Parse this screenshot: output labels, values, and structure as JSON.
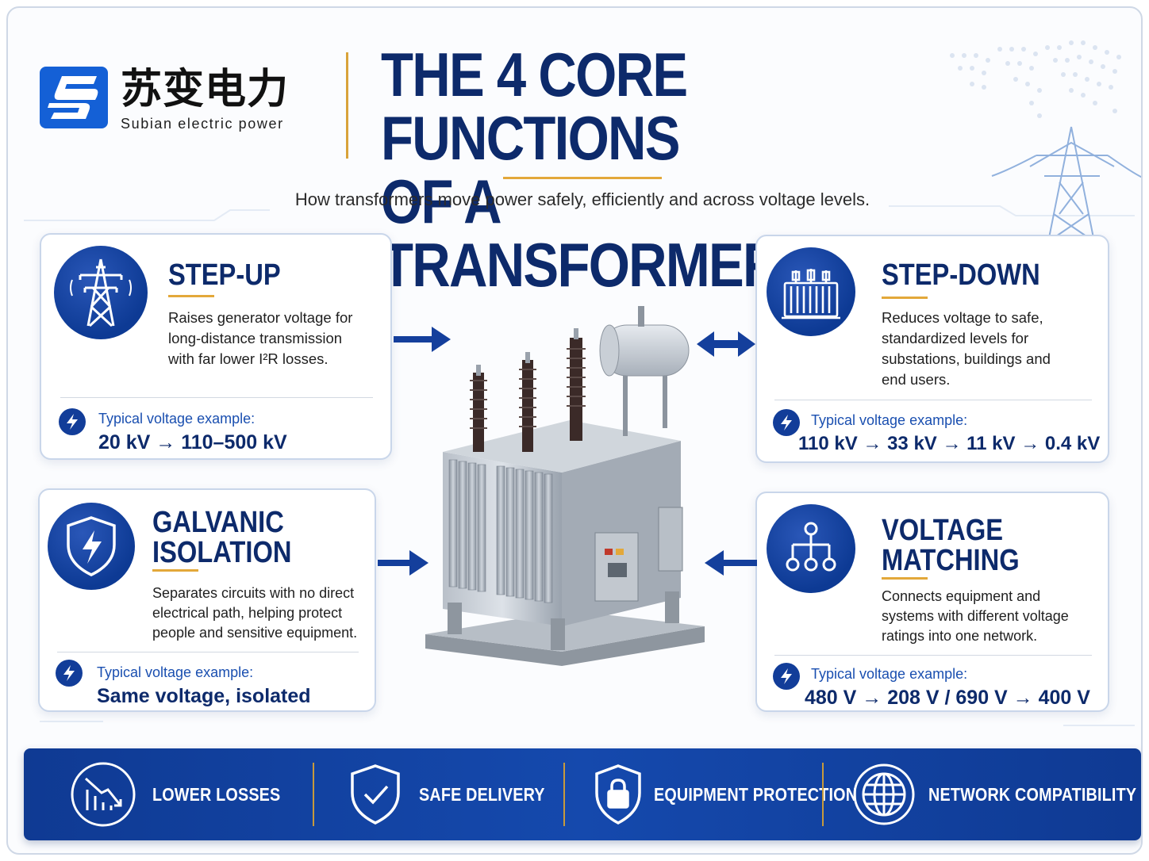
{
  "brand": {
    "name_cn": "苏变电力",
    "name_en": "Subian electric power"
  },
  "header": {
    "title_line1": "THE 4 CORE FUNCTIONS",
    "title_line2": "OF A TRANSFORMER",
    "subtitle": "How transformers move power safely, efficiently and across voltage levels."
  },
  "cards": [
    {
      "id": "step-up",
      "icon": "transmission-tower-icon",
      "title_line1": "STEP-UP",
      "title_line2": "",
      "description_lines": [
        "Raises generator voltage for",
        "long-distance transmission",
        "with far lower I²R losses."
      ],
      "example_label": "Typical voltage example:",
      "example_value": "20 kV → 110–500 kV"
    },
    {
      "id": "step-down",
      "icon": "transformer-icon",
      "title_line1": "STEP-DOWN",
      "title_line2": "",
      "description_lines": [
        "Reduces voltage to safe,",
        "standardized levels for",
        "substations, buildings and",
        "end users."
      ],
      "example_label": "Typical voltage example:",
      "example_value": "110 kV → 33 kV → 11 kV → 0.4 kV"
    },
    {
      "id": "galvanic-isolation",
      "icon": "shield-bolt-icon",
      "title_line1": "GALVANIC",
      "title_line2": "ISOLATION",
      "description_lines": [
        "Separates circuits with no direct",
        "electrical path, helping protect",
        "people and sensitive equipment."
      ],
      "example_label": "Typical voltage example:",
      "example_value": "Same voltage, isolated"
    },
    {
      "id": "voltage-matching",
      "icon": "network-hierarchy-icon",
      "title_line1": "VOLTAGE",
      "title_line2": "MATCHING",
      "description_lines": [
        "Connects equipment and",
        "systems with different voltage",
        "ratings into one network."
      ],
      "example_label": "Typical voltage example:",
      "example_value": "480 V → 208 V / 690 V → 400 V"
    }
  ],
  "benefits": [
    {
      "label": "LOWER LOSSES",
      "icon": "declining-chart-icon"
    },
    {
      "label": "SAFE DELIVERY",
      "icon": "shield-check-icon"
    },
    {
      "label": "EQUIPMENT PROTECTION",
      "icon": "shield-lock-icon"
    },
    {
      "label": "NETWORK COMPATIBILITY",
      "icon": "globe-icon"
    }
  ],
  "colors": {
    "navy": "#0d2a6b",
    "primary_blue": "#123d99",
    "accent_gold": "#e3a83a",
    "link_blue": "#1a4fb0"
  }
}
